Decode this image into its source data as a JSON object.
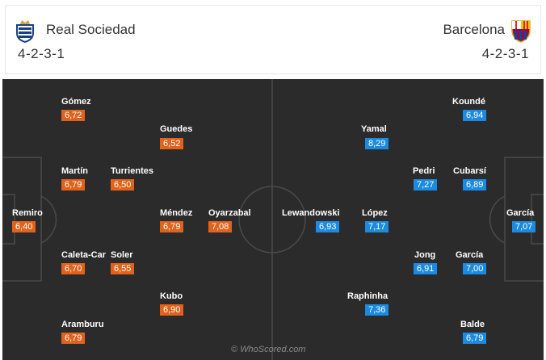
{
  "home": {
    "name": "Real Sociedad",
    "formation": "4-2-3-1",
    "crest_icon": "real-sociedad-crest-icon",
    "color": "#e2621b",
    "players": [
      {
        "name": "Gómez",
        "rating": "6,72"
      },
      {
        "name": "Guedes",
        "rating": "6,52"
      },
      {
        "name": "Martín",
        "rating": "6,79"
      },
      {
        "name": "Turrientes",
        "rating": "6,50"
      },
      {
        "name": "Remiro",
        "rating": "6,40"
      },
      {
        "name": "Méndez",
        "rating": "6,79"
      },
      {
        "name": "Oyarzabal",
        "rating": "7,08"
      },
      {
        "name": "Caleta-Car",
        "rating": "6,70"
      },
      {
        "name": "Soler",
        "rating": "6,55"
      },
      {
        "name": "Kubo",
        "rating": "6,90"
      },
      {
        "name": "Aramburu",
        "rating": "6,79"
      }
    ]
  },
  "away": {
    "name": "Barcelona",
    "formation": "4-2-3-1",
    "crest_icon": "barcelona-crest-icon",
    "color": "#1b8ae2",
    "players": [
      {
        "name": "Koundé",
        "rating": "6,94"
      },
      {
        "name": "Yamal",
        "rating": "8,29"
      },
      {
        "name": "Pedri",
        "rating": "7,27"
      },
      {
        "name": "Cubarsí",
        "rating": "6,89"
      },
      {
        "name": "Lewandowski",
        "rating": "6,93"
      },
      {
        "name": "López",
        "rating": "7,17"
      },
      {
        "name": "García",
        "rating": "7,07"
      },
      {
        "name": "Jong",
        "rating": "6,91"
      },
      {
        "name": "García",
        "rating": "7,00"
      },
      {
        "name": "Raphinha",
        "rating": "7,36"
      },
      {
        "name": "Balde",
        "rating": "6,79"
      }
    ]
  },
  "watermark": "© WhoScored.com"
}
